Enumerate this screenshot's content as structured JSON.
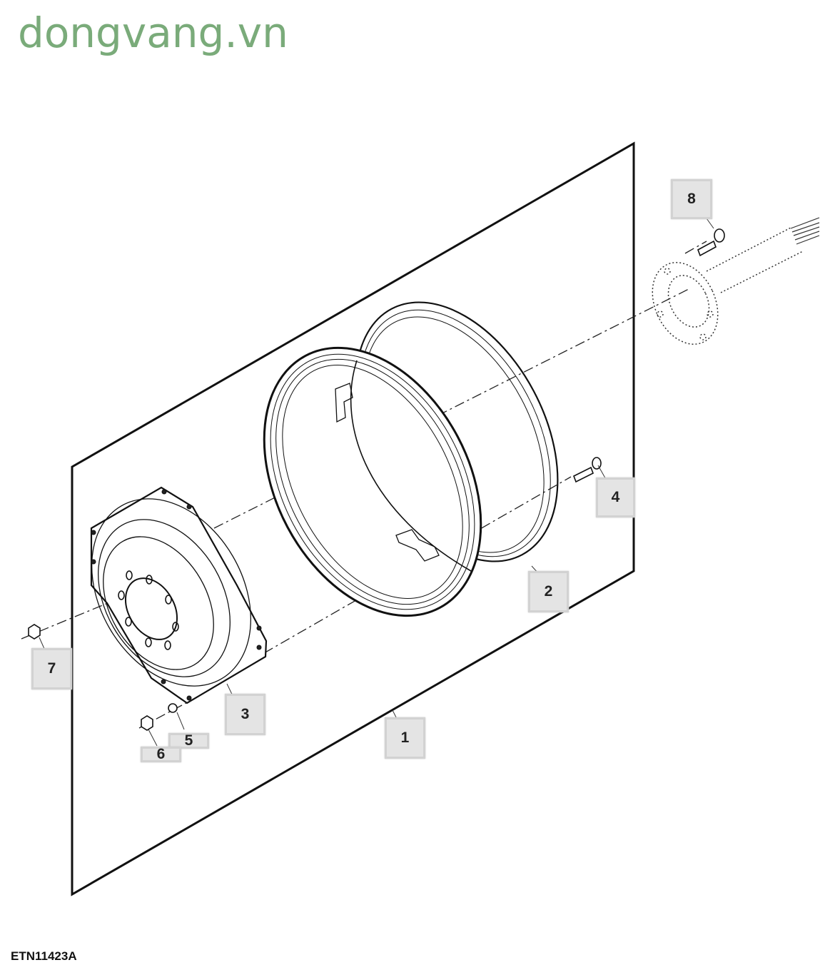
{
  "watermark": {
    "text": "dongvang.vn",
    "color": "#7aab7a"
  },
  "figure": {
    "id": "ETN11423A"
  },
  "callouts": [
    {
      "number": "1",
      "part": "panel"
    },
    {
      "number": "2",
      "part": "wheel-rim"
    },
    {
      "number": "3",
      "part": "wheel-disk-center"
    },
    {
      "number": "4",
      "part": "bolt"
    },
    {
      "number": "5",
      "part": "washer"
    },
    {
      "number": "6",
      "part": "nut"
    },
    {
      "number": "7",
      "part": "nut"
    },
    {
      "number": "8",
      "part": "bolt"
    }
  ],
  "colors": {
    "line": "#111111",
    "callout_bg": "#e4e4e4",
    "callout_border": "#d2d2d2"
  }
}
